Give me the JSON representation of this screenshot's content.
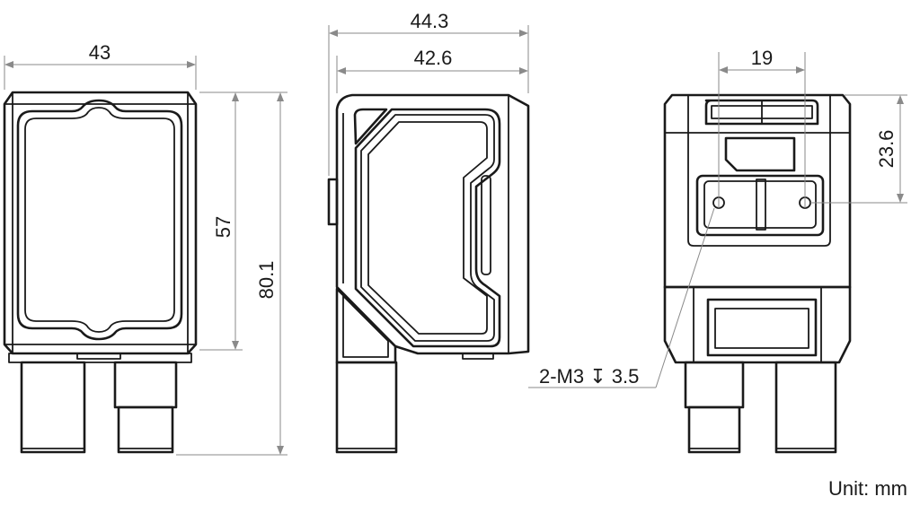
{
  "dimensions": {
    "front_width": "43",
    "front_inner_height": "57",
    "front_total_height": "80.1",
    "side_overall_depth": "44.3",
    "side_body_depth": "42.6",
    "back_hole_spacing": "19",
    "back_hole_height": "23.6",
    "mount_thread_callout": "2-M3 ↧ 3.5"
  },
  "unit_label": "Unit: mm"
}
